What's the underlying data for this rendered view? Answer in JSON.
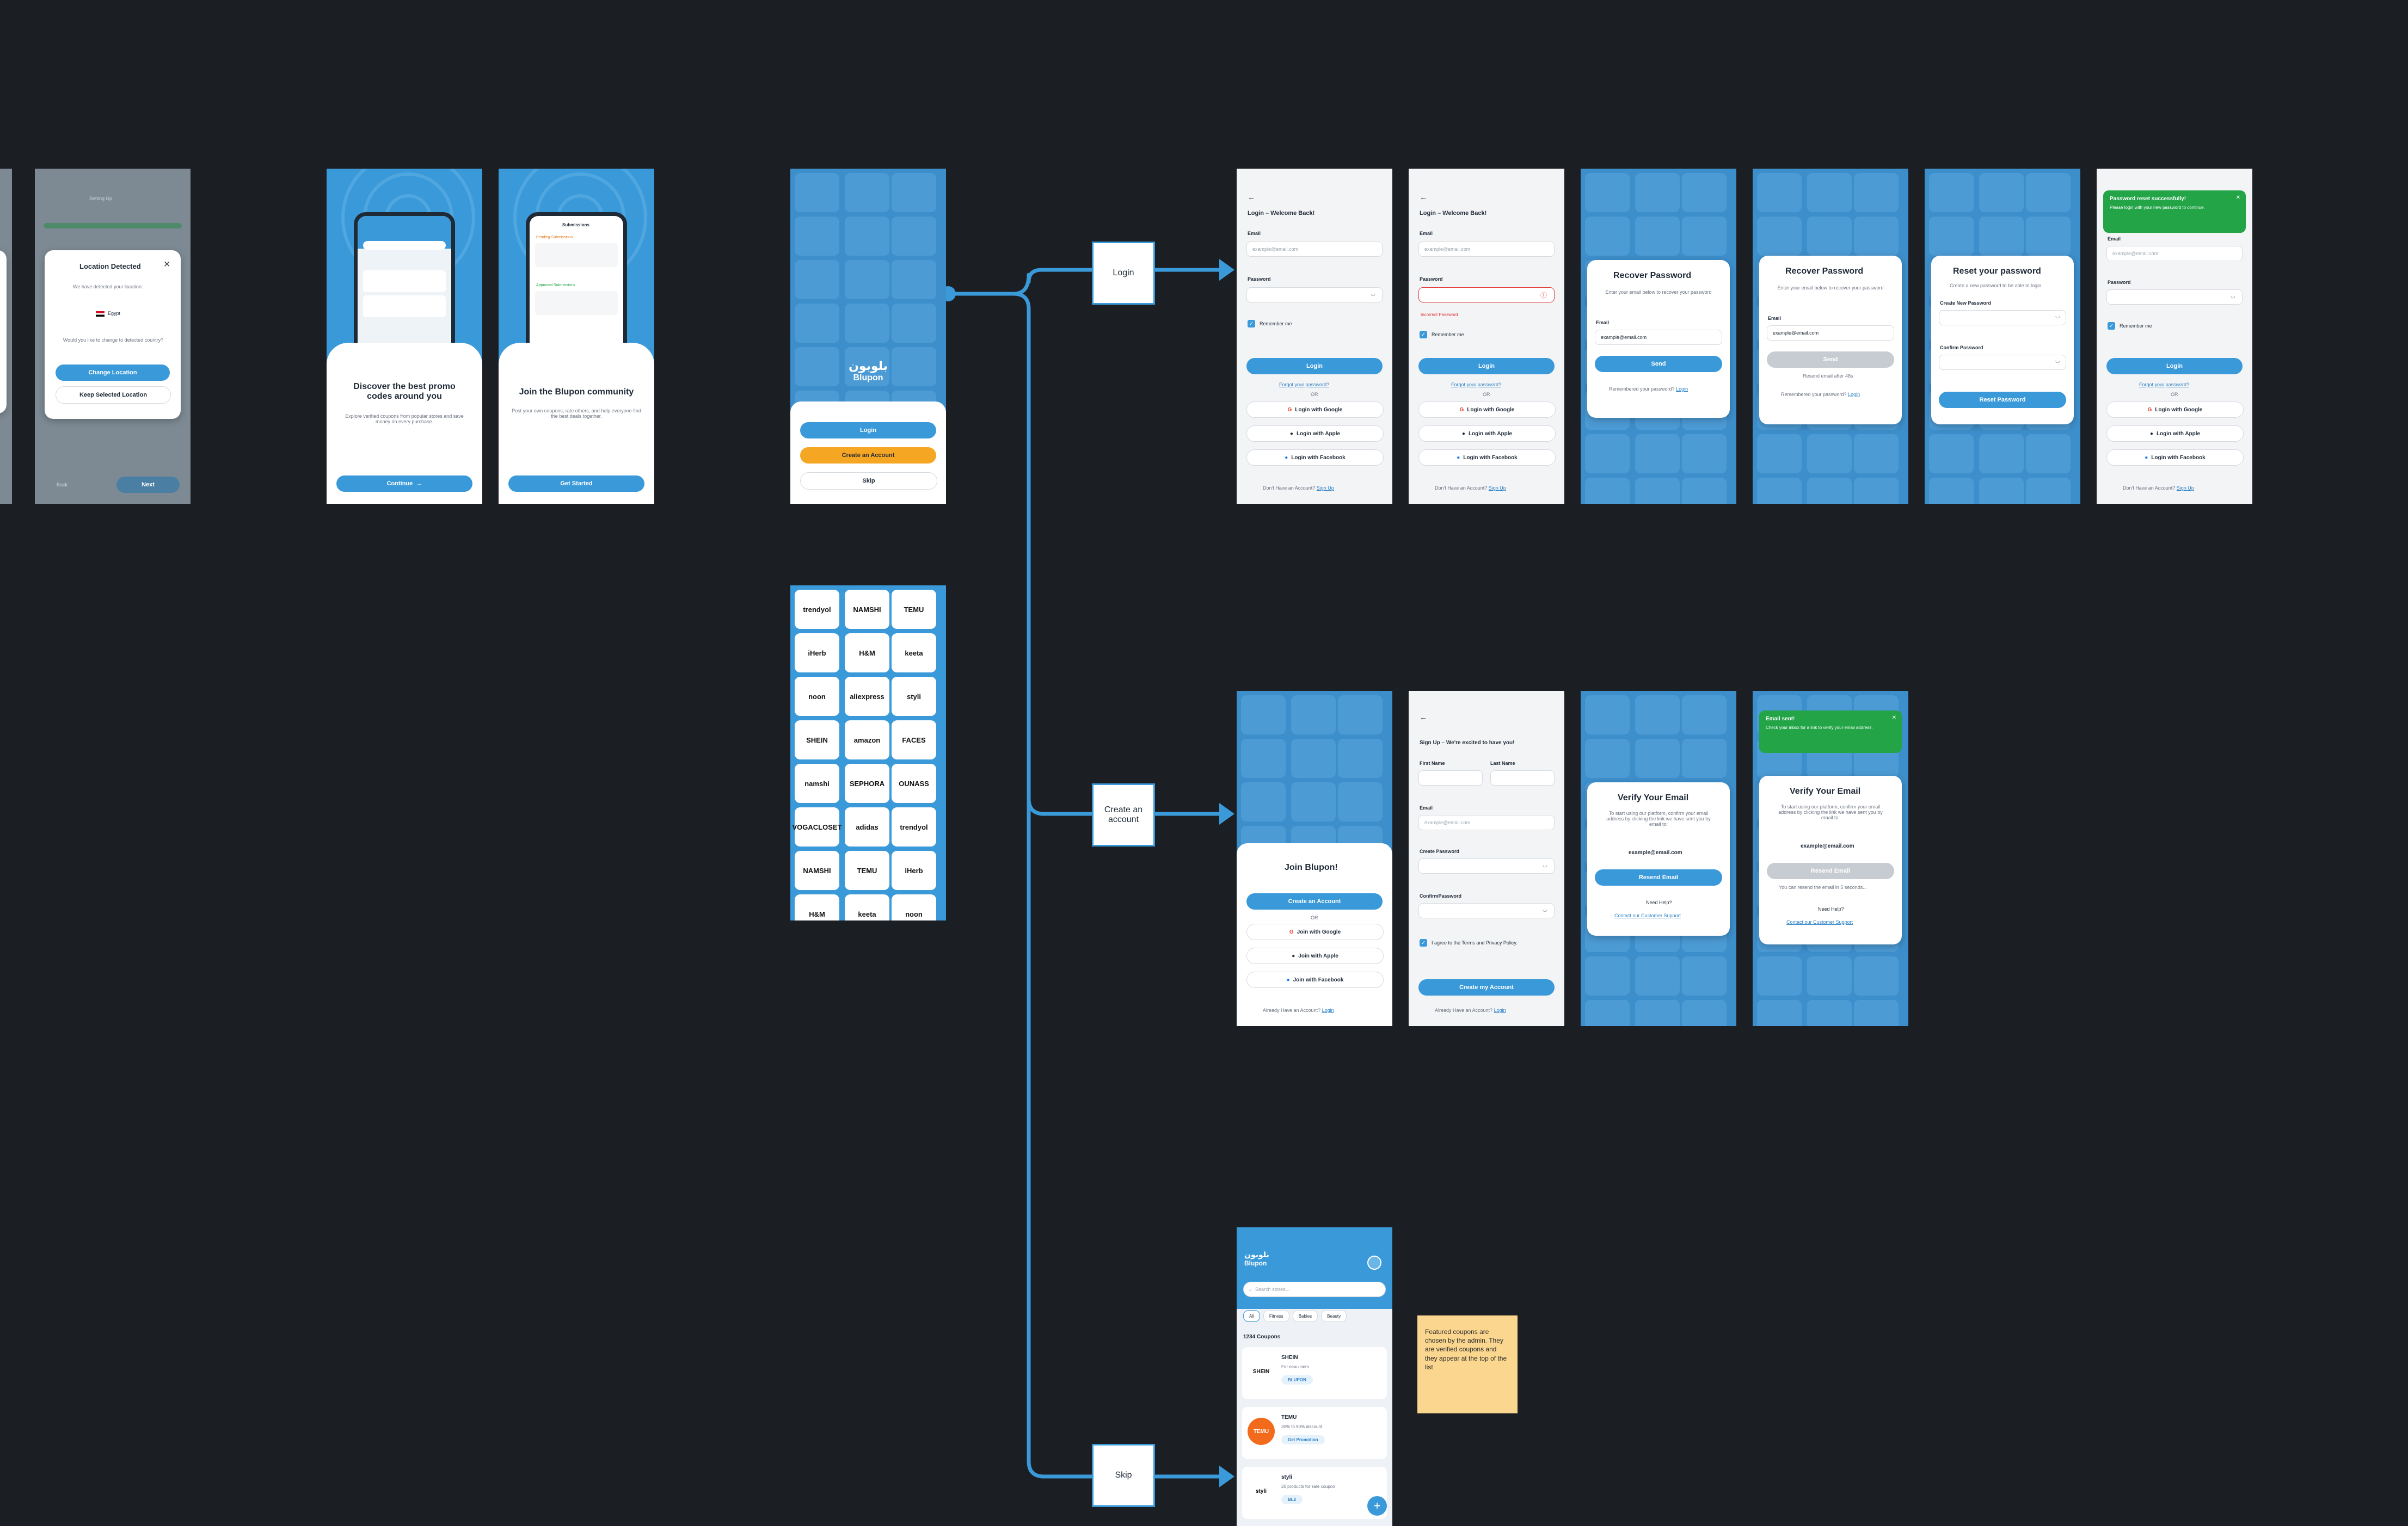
{
  "location": {
    "title": "Location Detected",
    "detected_text": "We have detected your location:",
    "country": "Egypt",
    "question": "Would you like to change to detected country?",
    "change_label": "Change Location",
    "keep_label": "Keep Selected Location",
    "back_label": "Back",
    "next_label": "Next",
    "header": "Setting Up"
  },
  "onboard1": {
    "title": "Discover the best promo codes around you",
    "subtitle": "Explore verified coupons from popular stores and save money on every purchase.",
    "cta": "Continue"
  },
  "onboard2": {
    "title": "Join the Blupon community",
    "subtitle": "Post your own coupons, rate others, and help everyone find the best deals together.",
    "cta": "Get Started",
    "app_title": "Submissions",
    "pending": "Pending Submissions",
    "approved": "Approved Submissions"
  },
  "welcome": {
    "brand_ar": "بلوبون",
    "brand": "Blupon",
    "login": "Login",
    "create": "Create an Account",
    "skip": "Skip"
  },
  "logos": [
    "trendyol",
    "NAMSHI",
    "TEMU",
    "iHerb",
    "H&M",
    "keeta",
    "noon",
    "aliexpress",
    "styli",
    "SHEIN",
    "amazon",
    "FACES",
    "namshi",
    "SEPHORA",
    "OUNASS",
    "VOGACLOSET",
    "adidas"
  ],
  "flow": {
    "login": "Login",
    "create": "Create an account",
    "skip": "Skip"
  },
  "login": {
    "title": "Login – Welcome Back!",
    "email_label": "Email",
    "email_ph": "example@email.com",
    "password_label": "Password",
    "remember": "Remember me",
    "button": "Login",
    "forgot": "Forgot your password?",
    "or": "OR",
    "google": "Login with Google",
    "apple": "Login with Apple",
    "facebook": "Login with Facebook",
    "no_account": "Don't Have an Account?",
    "signup": "Sign Up",
    "error": "Incorrect Password"
  },
  "recover": {
    "title": "Recover Password",
    "subtitle": "Enter your email below to recover your password",
    "email_label": "Email",
    "email_value": "example@email.com",
    "send": "Send",
    "remembered": "Remembered your password?",
    "login": "Login",
    "resend_note": "Resend email after 48s"
  },
  "reset": {
    "title": "Reset your password",
    "subtitle": "Create a new password to be able to login",
    "new_label": "Create New Password",
    "confirm_label": "Confirm Password",
    "button": "Reset Password"
  },
  "toast_reset": {
    "title": "Password reset successfully!",
    "body": "Please login with your new password to continue."
  },
  "join": {
    "title": "Join Blupon!",
    "create": "Create an Account",
    "or": "OR",
    "google": "Join with Google",
    "apple": "Join with Apple",
    "facebook": "Join with Facebook",
    "have_account": "Already Have an Account?",
    "login": "Login"
  },
  "signup": {
    "title": "Sign Up – We're excited to have you!",
    "first": "First Name",
    "last": "Last Name",
    "email": "Email",
    "email_ph": "example@email.com",
    "create_pw": "Create Password",
    "confirm_pw": "ConfirmPassword",
    "agree": "I agree to the Terms and Privacy Policy.",
    "button": "Create my Account",
    "have_account": "Already Have an Account?",
    "login": "Login"
  },
  "verify": {
    "title": "Verify Your Email",
    "body": "To start using our platform, confirm your email address by clicking the link we have sent you by email to:",
    "email": "example@email.com",
    "resend": "Resend Email",
    "help": "Need Help?",
    "support": "Contact our Customer Support",
    "resend_note": "You can resend the email in 5 seconds..."
  },
  "toast_email": {
    "title": "Email sent!",
    "body": "Check your inbox for a link to verify your email address."
  },
  "home": {
    "brand_ar": "بلوبون",
    "brand": "Blupon",
    "search_ph": "Search stores...",
    "chips": [
      "All",
      "Fitness",
      "Babies",
      "Beauty"
    ],
    "count": "1234 Coupons",
    "coupons": [
      {
        "store": "SHEIN",
        "desc": "For new users",
        "code": "BLUPON"
      },
      {
        "store": "TEMU",
        "desc": "30% to 90% discount",
        "code": "Get Promotion"
      },
      {
        "store": "styli",
        "desc": "20 products for sale coupon",
        "code": "BL2"
      }
    ]
  },
  "sticky_note": "Featured coupons are chosen by the admin. They are verified coupons and they appear at the top of the list",
  "colors": {
    "background": "#1b1e23",
    "primary": "#3a9ad9",
    "accent": "#f5a623",
    "success": "#22a447",
    "error": "#e23b3b"
  }
}
